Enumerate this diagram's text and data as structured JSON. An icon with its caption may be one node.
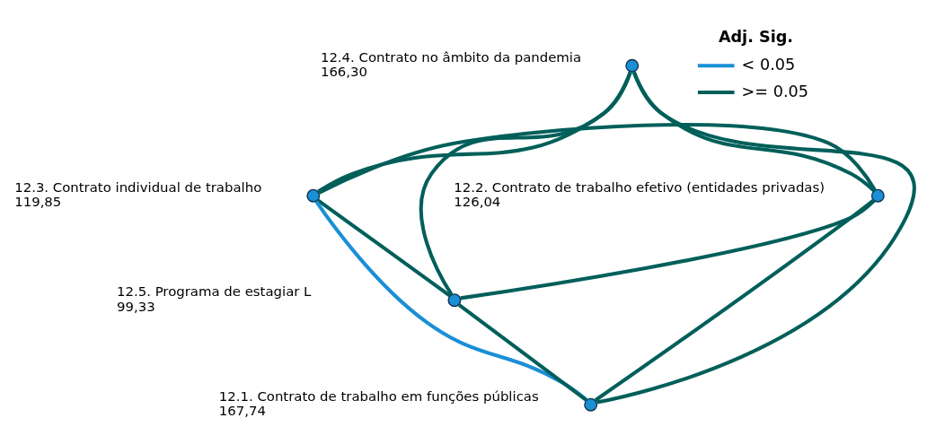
{
  "diagram": {
    "nodes": [
      {
        "text": [],
        "shape": "circle",
        "beside": [
          "12.4. Contrato no âmbito da pandemia",
          "166,30"
        ]
      },
      {
        "text": [],
        "shape": "circle",
        "beside": [
          "12.3. Contrato individual de trabalho",
          "119,85"
        ]
      },
      {
        "text": [],
        "shape": "circle",
        "beside": [
          "12.2. Contrato de trabalho efetivo (entidades privadas)",
          "126,04"
        ]
      },
      {
        "text": [],
        "shape": "circle",
        "beside": [
          "12.5. Programa de estagiar L",
          "99,33"
        ]
      },
      {
        "text": [],
        "shape": "circle",
        "beside": [
          "12.1. Contrato de trabalho em funções públicas",
          "167,74"
        ]
      }
    ],
    "edges": [
      {
        "from": 0,
        "to": 1,
        "arrow": "none"
      },
      {
        "from": 0,
        "to": 3,
        "arrow": "none"
      },
      {
        "from": 0,
        "to": 2,
        "arrow": "none"
      },
      {
        "from": 0,
        "to": 4,
        "arrow": "none"
      },
      {
        "from": 1,
        "to": 3,
        "arrow": "none"
      },
      {
        "from": 1,
        "to": 4,
        "arrow": "none",
        "color": "#1a8fd6"
      },
      {
        "from": 1,
        "to": 2,
        "arrow": "none"
      },
      {
        "from": 3,
        "to": 2,
        "arrow": "none"
      },
      {
        "from": 3,
        "to": 4,
        "arrow": "none"
      },
      {
        "from": 2,
        "to": 4,
        "arrow": "none"
      }
    ],
    "labels": [
      "Adj. Sig."
    ],
    "legend": [
      {
        "text": "< 0.05"
      },
      {
        "text": ">= 0.05"
      }
    ]
  }
}
